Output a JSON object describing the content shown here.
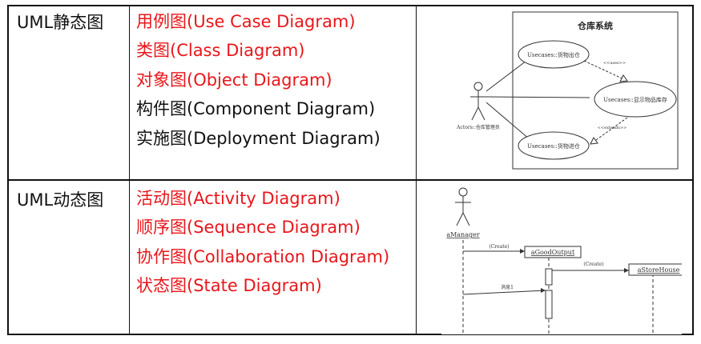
{
  "table": {
    "rows": [
      {
        "heading": "UML静态图",
        "items": [
          {
            "text": "用例图(Use Case Diagram)",
            "color": "#e8161b"
          },
          {
            "text": "类图(Class Diagram)",
            "color": "#e8161b"
          },
          {
            "text": "对象图(Object Diagram)",
            "color": "#e8161b"
          },
          {
            "text": "构件图(Component Diagram)",
            "color": "#111111"
          },
          {
            "text": "实施图(Deployment Diagram)",
            "color": "#111111"
          }
        ]
      },
      {
        "heading": "UML动态图",
        "items": [
          {
            "text": "活动图(Activity Diagram)",
            "color": "#e8161b"
          },
          {
            "text": "顺序图(Sequence Diagram)",
            "color": "#e8161b"
          },
          {
            "text": "协作图(Collaboration Diagram)",
            "color": "#e8161b"
          },
          {
            "text": "状态图(State Diagram)",
            "color": "#e8161b"
          }
        ]
      }
    ]
  },
  "usecase": {
    "system_title": "仓库系统",
    "actor_label": "Actors::仓库管理员",
    "uc_out": "Usecases::货物出仓",
    "uc_show": "Usecases::显示物品库存",
    "uc_in": "Usecases::货物进仓",
    "uses_label": "<<uses>>",
    "extends_label": "<<extends>>"
  },
  "sequence": {
    "actor_name": "aManager",
    "create1": "(Create)",
    "obj1": "aGoodOutput",
    "create2": "(Create)",
    "obj2": "aStoreHouse",
    "message": "消息1"
  }
}
